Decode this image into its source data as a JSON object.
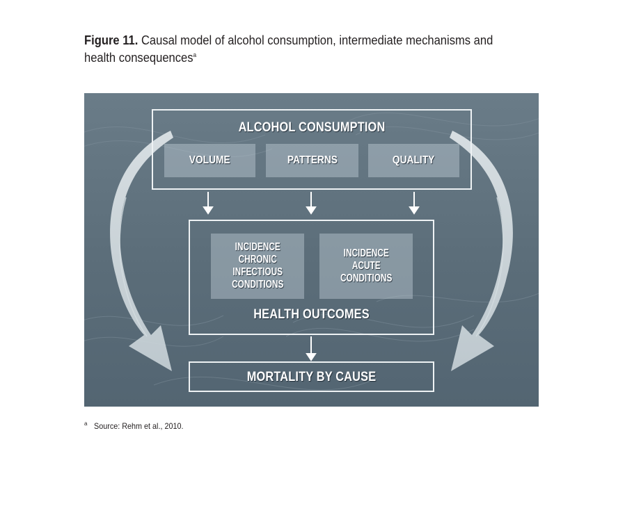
{
  "caption": {
    "label": "Figure 11.",
    "text": "Causal model of alcohol consumption, intermediate mechanisms and health consequences",
    "superscript": "a"
  },
  "diagram": {
    "consumption": {
      "title": "ALCOHOL CONSUMPTION",
      "items": [
        "VOLUME",
        "PATTERNS",
        "QUALITY"
      ]
    },
    "outcomes": {
      "title": "HEALTH OUTCOMES",
      "items": [
        [
          "INCIDENCE",
          "CHRONIC",
          "INFECTIOUS",
          "CONDITIONS"
        ],
        [
          "INCIDENCE",
          "ACUTE",
          "CONDITIONS"
        ]
      ]
    },
    "mortality": {
      "title": "MORTALITY BY CAUSE"
    },
    "colors": {
      "background": "#5f717d",
      "box_border": "#eef2f4",
      "tile_fill": "#a9bac3",
      "text": "#ffffff"
    }
  },
  "footnote": {
    "mark": "a",
    "text": "Source: Rehm et al., 2010."
  }
}
